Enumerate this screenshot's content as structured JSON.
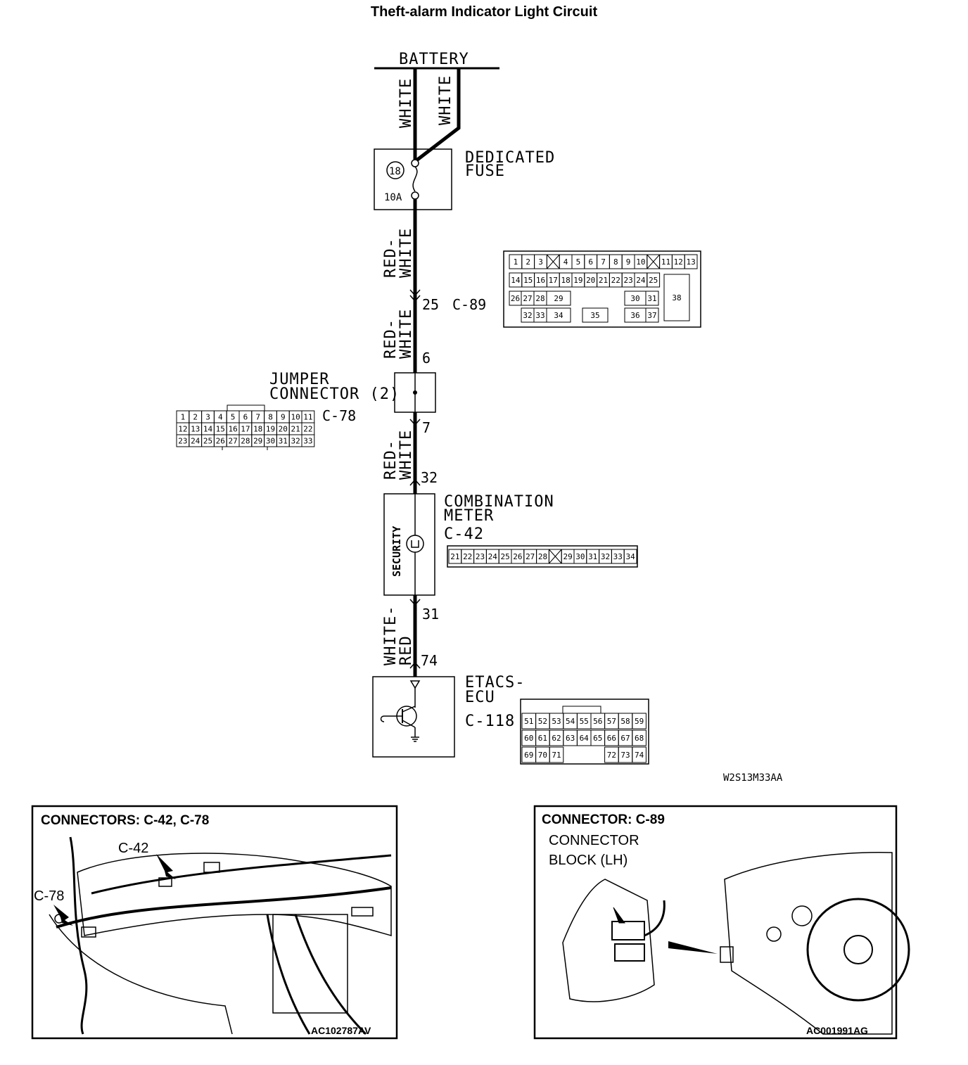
{
  "title": "Theft-alarm Indicator Light Circuit",
  "battery": "BATTERY",
  "wires": {
    "white_left": "WHITE",
    "white_right": "WHITE",
    "red_white_1a": "RED-",
    "red_white_1b": "WHITE",
    "red_white_2a": "RED-",
    "red_white_2b": "WHITE",
    "red_white_3a": "RED-",
    "red_white_3b": "WHITE",
    "white_red_a": "WHITE-",
    "white_red_b": "RED"
  },
  "fuse": {
    "label_1": "DEDICATED",
    "label_2": "FUSE",
    "number": "18",
    "rating": "10A"
  },
  "pins": {
    "c89_pin": "25",
    "c89_name": "C-89",
    "jumper_in": "6",
    "jumper_out": "7",
    "meter_in": "32",
    "meter_out": "31",
    "ecu_in": "74"
  },
  "jumper": {
    "label_1": "JUMPER",
    "label_2": "CONNECTOR (2)",
    "connector": "C-78"
  },
  "meter": {
    "label_1": "COMBINATION",
    "label_2": "METER",
    "connector": "C-42",
    "lamp": "SECURITY"
  },
  "ecu": {
    "label_1": "ETACS-",
    "label_2": "ECU",
    "connector": "C-118"
  },
  "c89_grid": {
    "row1": [
      "1",
      "2",
      "3",
      "",
      "4",
      "5",
      "6",
      "7",
      "8",
      "9",
      "10",
      "",
      "11",
      "12",
      "13"
    ],
    "row2": [
      "14",
      "15",
      "16",
      "17",
      "18",
      "19",
      "20",
      "21",
      "22",
      "23",
      "24",
      "25"
    ],
    "row3": [
      "26",
      "27",
      "28",
      "29",
      "30",
      "31"
    ],
    "row4": [
      "32",
      "33",
      "34",
      "35",
      "36",
      "37"
    ],
    "big": "38"
  },
  "c78_grid": {
    "row1": [
      "1",
      "2",
      "3",
      "4",
      "5",
      "6",
      "7",
      "8",
      "9",
      "10",
      "11"
    ],
    "row2": [
      "12",
      "13",
      "14",
      "15",
      "16",
      "17",
      "18",
      "19",
      "20",
      "21",
      "22"
    ],
    "row3": [
      "23",
      "24",
      "25",
      "26",
      "27",
      "28",
      "29",
      "30",
      "31",
      "32",
      "33"
    ]
  },
  "c42_grid": [
    "21",
    "22",
    "23",
    "24",
    "25",
    "26",
    "27",
    "28",
    "",
    "29",
    "30",
    "31",
    "32",
    "33",
    "34"
  ],
  "c118_grid": {
    "row1": [
      "51",
      "52",
      "53",
      "54",
      "55",
      "56",
      "57",
      "58",
      "59"
    ],
    "row2": [
      "60",
      "61",
      "62",
      "63",
      "64",
      "65",
      "66",
      "67",
      "68"
    ],
    "row3": [
      "69",
      "70",
      "71",
      "",
      "",
      "",
      "72",
      "73",
      "74"
    ]
  },
  "diagram_code": "W2S13M33AA",
  "panel_left": {
    "heading": "CONNECTORS: C-42, C-78",
    "callout_c42": "C-42",
    "callout_c78": "C-78",
    "code": "AC102787AV"
  },
  "panel_right": {
    "heading": "CONNECTOR: C-89",
    "sub_1": "CONNECTOR",
    "sub_2": "BLOCK (LH)",
    "code": "AC001991AG"
  }
}
